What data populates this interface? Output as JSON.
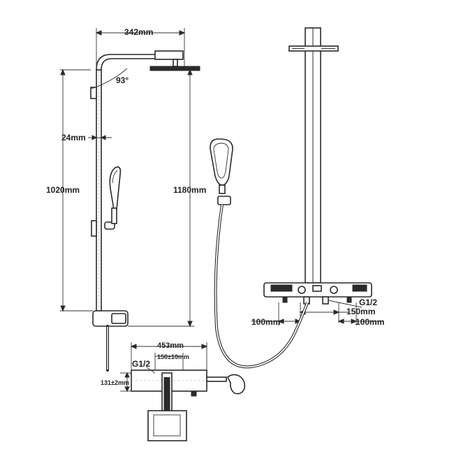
{
  "labels": {
    "top_width": "342mm",
    "angle": "93°",
    "wall_offset": "24mm",
    "slide_height": "1020mm",
    "total_height": "1180mm",
    "thread_right": "G1/2",
    "center_distance": "150mm",
    "left_offset": "100mm",
    "right_offset": "100mm",
    "plan_width": "453mm",
    "plan_thread": "G1/2",
    "plan_center": "150±10mm",
    "plan_depth": "131±2mm"
  },
  "colors": {
    "line": "#2a2a2a",
    "background": "#ffffff",
    "chrome": "#e6e6e6"
  }
}
